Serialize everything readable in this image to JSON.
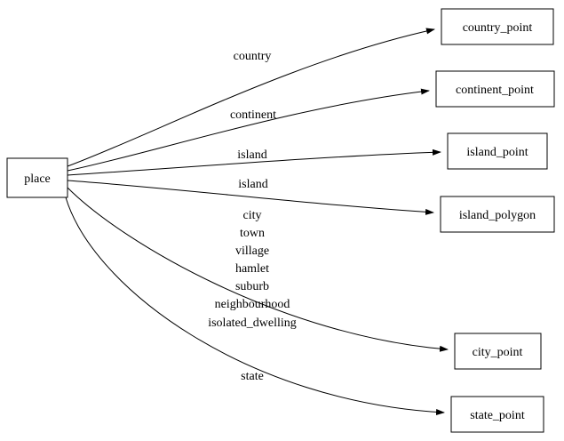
{
  "diagram": {
    "type": "graphviz-directed-graph",
    "colors": {
      "background": "#ffffff",
      "stroke": "#000000",
      "text": "#000000",
      "node_fill": "#ffffff"
    },
    "source_node": {
      "label": "place"
    },
    "target_nodes": [
      {
        "label": "country_point"
      },
      {
        "label": "continent_point"
      },
      {
        "label": "island_point"
      },
      {
        "label": "island_polygon"
      },
      {
        "label": "city_point"
      },
      {
        "label": "state_point"
      }
    ],
    "edges": [
      {
        "from": "place",
        "to": "country_point",
        "label": "country"
      },
      {
        "from": "place",
        "to": "continent_point",
        "label": "continent"
      },
      {
        "from": "place",
        "to": "island_point",
        "label": "island"
      },
      {
        "from": "place",
        "to": "island_polygon",
        "label": "island"
      },
      {
        "from": "place",
        "to": "city_point",
        "label": "city town village hamlet suburb neighbourhood isolated_dwelling"
      },
      {
        "from": "place",
        "to": "state_point",
        "label": "state"
      }
    ],
    "edge_labels": {
      "country": "country",
      "continent": "continent",
      "island_point": "island",
      "island_polygon": "island",
      "city_lines": [
        "city",
        "town",
        "village",
        "hamlet",
        "suburb",
        "neighbourhood",
        "isolated_dwelling"
      ],
      "state": "state"
    }
  }
}
